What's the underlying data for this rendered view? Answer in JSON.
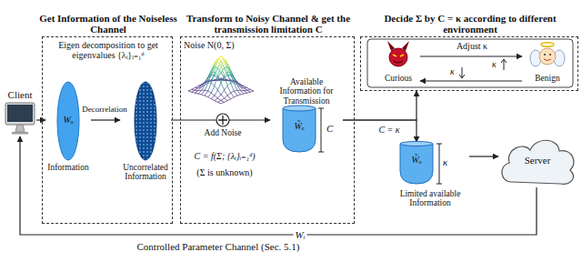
{
  "diagram": {
    "nodes": [
      {
        "text": [
          "Client"
        ]
      },
      {
        "text": [
          "Get Information of the Noiseless Channel",
          "Eigen decomposition to get eigenvalues {λᵢ}ᵢ₌₁ᵈ"
        ]
      },
      {
        "text": [
          "Wₒ",
          "Information"
        ],
        "in": 1
      },
      {
        "text": [
          "Uncorrelated Information"
        ],
        "in": 1
      },
      {
        "text": [
          "Transform to Noisy Channel & get the transmission limitation C"
        ]
      },
      {
        "text": [
          "Available Information for Transmission",
          "W̃ₒ",
          "C"
        ],
        "in": 4
      },
      {
        "text": [
          "Decide Σ by C = κ according to different environment"
        ]
      },
      {
        "text": [
          "W̃ₒ",
          "κ",
          "Limited available Information"
        ]
      },
      {
        "text": [
          "Server"
        ]
      }
    ],
    "edges": [
      {
        "from": 0,
        "to": 2,
        "arrow": "to"
      },
      {
        "from": 2,
        "to": 3,
        "label": "Decorrelation",
        "arrow": "to"
      },
      {
        "from": 3,
        "to": 5,
        "arrow": "to"
      },
      {
        "from": 5,
        "to": 6,
        "arrow": "to"
      },
      {
        "from": 5,
        "to": 7,
        "label": "C = κ",
        "arrow": "to"
      },
      {
        "from": 7,
        "to": 8,
        "arrow": "to"
      },
      {
        "from": 8,
        "to": 0,
        "label": "Wᵢ",
        "arrow": "to"
      }
    ],
    "labels": [
      "Noise N(0, Σ)",
      "Add Noise",
      "C = f(Σ; {λᵢ}ᵢ₌₁ᵈ)",
      "(Σ is unknown)",
      "Adjust κ",
      "κ",
      "κ",
      "Curious",
      "Benign",
      "Controlled Parameter Channel (Sec. 5.1)"
    ]
  }
}
